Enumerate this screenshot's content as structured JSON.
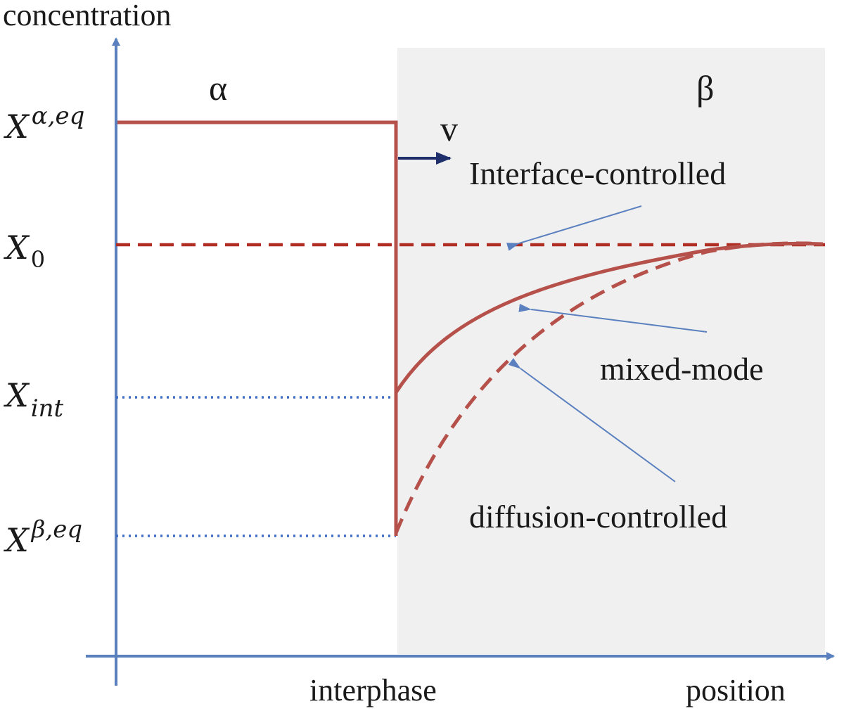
{
  "axes": {
    "y_label": "concentration",
    "x_label": "position",
    "x_tick": "interphase"
  },
  "phases": {
    "alpha": "α",
    "beta": "β"
  },
  "velocity_label": "v",
  "levels": {
    "alpha_eq": {
      "base": "X",
      "sup": "α,eq"
    },
    "x0": {
      "base": "X",
      "sub": "0"
    },
    "x_int": {
      "base": "X",
      "sub": "int"
    },
    "beta_eq": {
      "base": "X",
      "sup": "β,eq"
    }
  },
  "annotations": {
    "interface": "Interface-controlled",
    "mixed": "mixed-mode",
    "diffusion": "diffusion-controlled"
  },
  "colors": {
    "axis": "#5b80bf",
    "profile": "#b5514a",
    "profile_dashed": "#b5514a",
    "x0_line": "#b12e24",
    "guide": "#3f6fc6",
    "arrow": "#1f2f6b",
    "beta_region": "#f0f0f0"
  }
}
